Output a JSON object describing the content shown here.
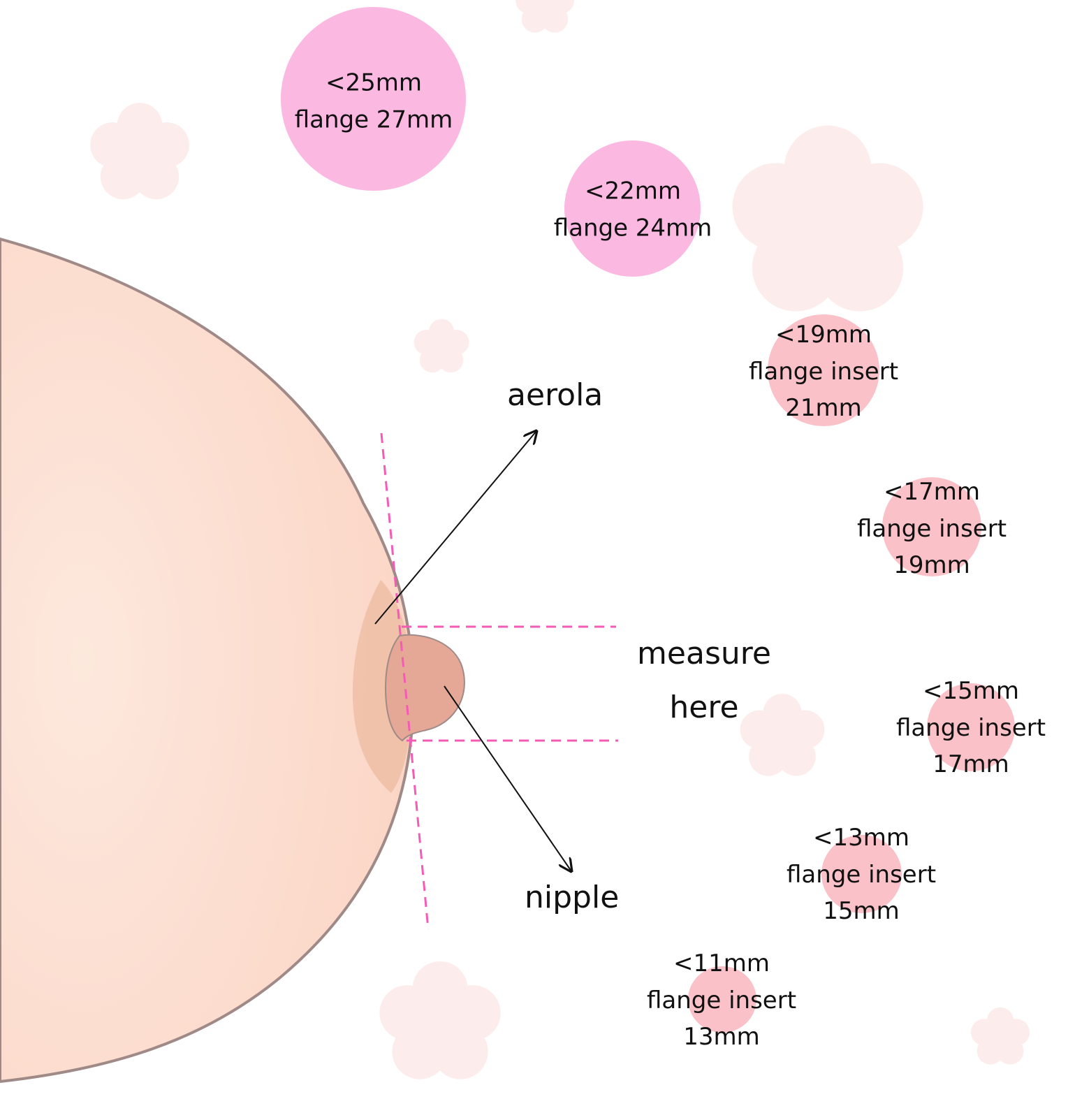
{
  "colors": {
    "background": "#ffffff",
    "flange_circle": "#fbb9e2",
    "insert_circle": "#fbc1c8",
    "skin": "#fcdccf",
    "areola": "#eec0a6",
    "nipple": "#e6a896",
    "guide_line": "#f45bb5",
    "arrow": "#111111",
    "blossom": "#fdeaea"
  },
  "labels": {
    "aerola": "aerola",
    "nipple": "nipple",
    "measure_line1": "measure",
    "measure_line2": "here"
  },
  "sizes": [
    {
      "lines": [
        "<25mm",
        "flange 27mm"
      ]
    },
    {
      "lines": [
        "<22mm",
        "flange 24mm"
      ]
    },
    {
      "lines": [
        "<19mm",
        "flange insert",
        "21mm"
      ]
    },
    {
      "lines": [
        "<17mm",
        "flange insert",
        "19mm"
      ]
    },
    {
      "lines": [
        "<15mm",
        "flange insert",
        "17mm"
      ]
    },
    {
      "lines": [
        "<13mm",
        "flange insert",
        "15mm"
      ]
    },
    {
      "lines": [
        "<11mm",
        "flange insert",
        "13mm"
      ]
    }
  ],
  "decorations": {
    "blossom_icon": "cherry-blossom-icon",
    "arrow_icon": "arrow-icon"
  }
}
